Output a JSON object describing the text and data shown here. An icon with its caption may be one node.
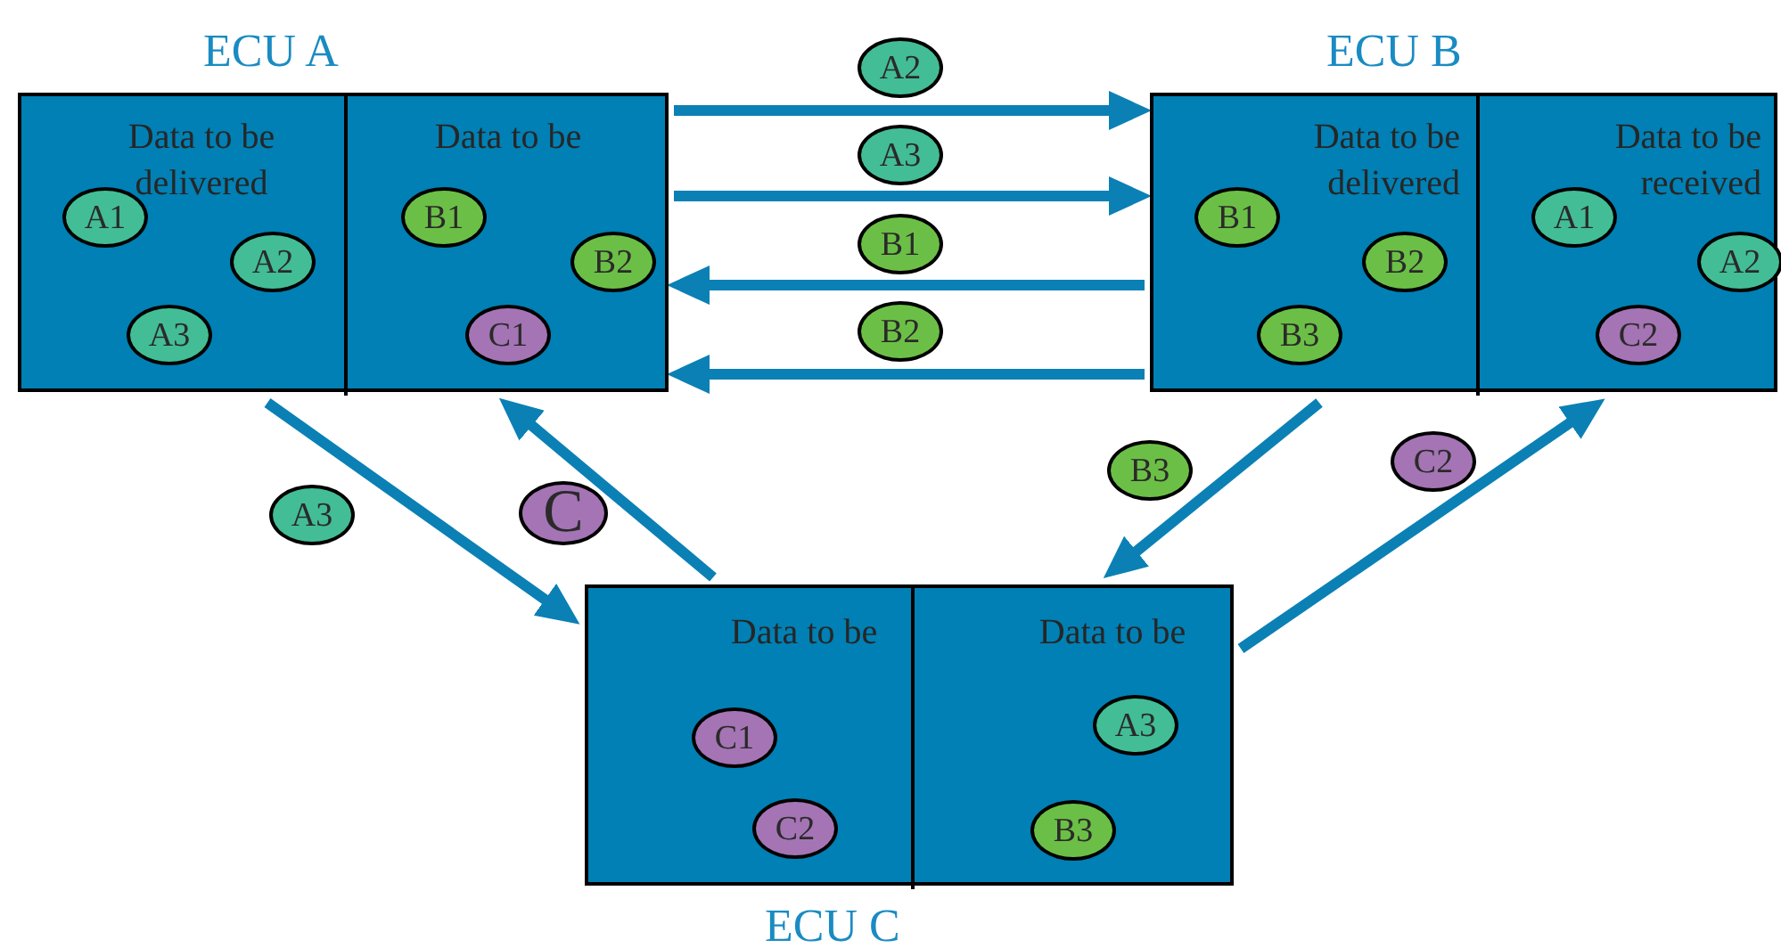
{
  "diagram": {
    "nodes": [
      {
        "text": [
          "ECU A"
        ]
      },
      {
        "text": [
          "Data to be delivered"
        ],
        "in": 0
      },
      {
        "text": [
          "A1"
        ],
        "in": 1
      },
      {
        "text": [
          "A2"
        ],
        "in": 1
      },
      {
        "text": [
          "A3"
        ],
        "in": 1
      },
      {
        "text": [
          "Data to be"
        ],
        "in": 0
      },
      {
        "text": [
          "B1"
        ],
        "in": 5
      },
      {
        "text": [
          "B2"
        ],
        "in": 5
      },
      {
        "text": [
          "C1"
        ],
        "in": 5
      },
      {
        "text": [
          "ECU B"
        ]
      },
      {
        "text": [
          "Data to be delivered"
        ],
        "in": 9
      },
      {
        "text": [
          "B1"
        ],
        "in": 10
      },
      {
        "text": [
          "B2"
        ],
        "in": 10
      },
      {
        "text": [
          "B3"
        ],
        "in": 10
      },
      {
        "text": [
          "Data to be received"
        ],
        "in": 9
      },
      {
        "text": [
          "A1"
        ],
        "in": 14
      },
      {
        "text": [
          "A2"
        ],
        "in": 14
      },
      {
        "text": [
          "C2"
        ],
        "in": 14
      },
      {
        "text": [
          "ECU C"
        ]
      },
      {
        "text": [
          "Data to be"
        ],
        "in": 18
      },
      {
        "text": [
          "C1"
        ],
        "in": 19
      },
      {
        "text": [
          "C2"
        ],
        "in": 19
      },
      {
        "text": [
          "Data to be"
        ],
        "in": 18
      },
      {
        "text": [
          "A3"
        ],
        "in": 22
      },
      {
        "text": [
          "B3"
        ],
        "in": 22
      },
      {
        "text": [
          "A2"
        ]
      },
      {
        "text": [
          "A3"
        ]
      },
      {
        "text": [
          "B1"
        ]
      },
      {
        "text": [
          "B2"
        ]
      },
      {
        "text": [
          "A3"
        ]
      },
      {
        "text": [
          "C"
        ]
      },
      {
        "text": [
          "B3"
        ]
      },
      {
        "text": [
          "C2"
        ]
      }
    ],
    "edges": [
      {
        "from": 0,
        "to": 9,
        "arrow": "to"
      },
      {
        "from": 0,
        "to": 9,
        "arrow": "to"
      },
      {
        "from": 9,
        "to": 0,
        "arrow": "to"
      },
      {
        "from": 9,
        "to": 0,
        "arrow": "to"
      },
      {
        "from": 0,
        "to": 18,
        "arrow": "to"
      },
      {
        "from": 18,
        "to": 0,
        "arrow": "to"
      },
      {
        "from": 9,
        "to": 18,
        "arrow": "to"
      },
      {
        "from": 18,
        "to": 9,
        "arrow": "to"
      }
    ]
  }
}
